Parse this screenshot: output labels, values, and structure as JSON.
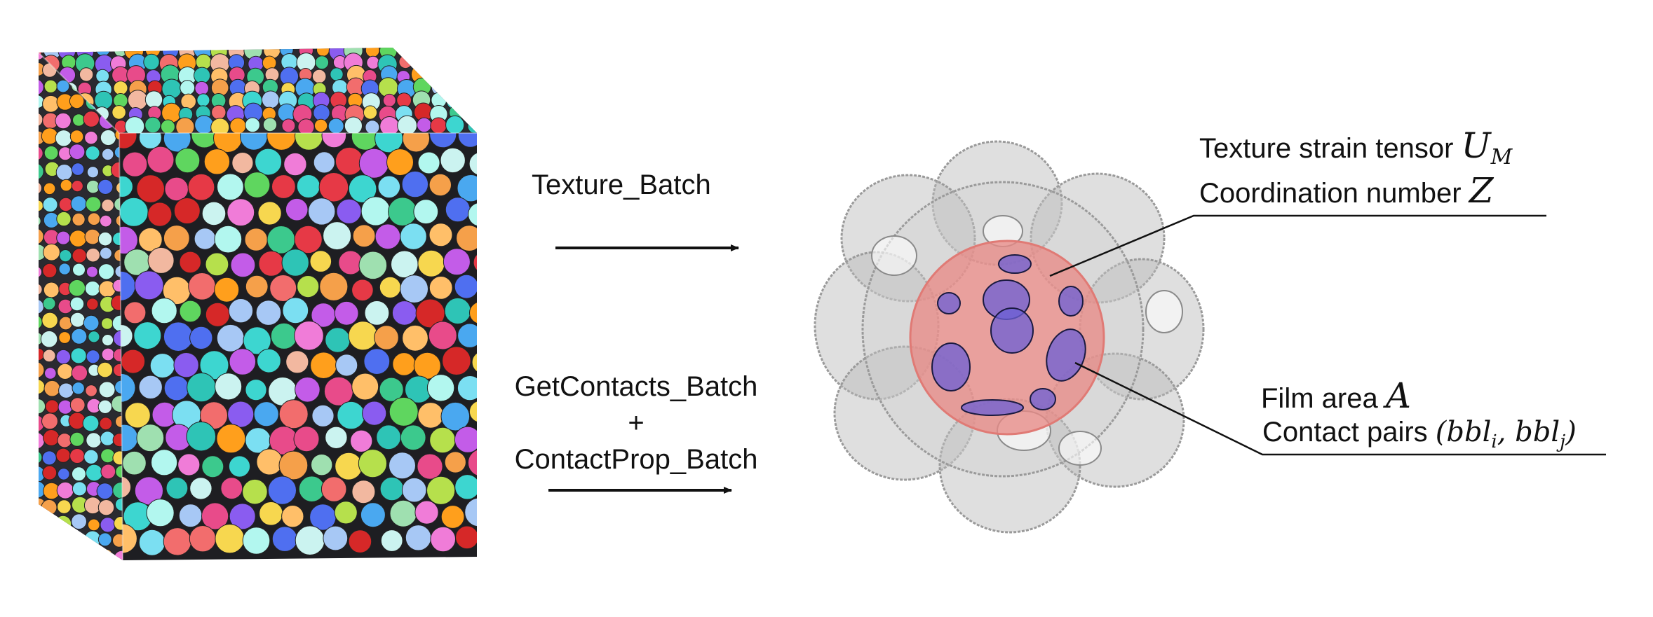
{
  "arrows": {
    "top_label": "Texture_Batch",
    "bottom_label_1": "GetContacts_Batch",
    "bottom_label_2": "+",
    "bottom_label_3": "ContactProp_Batch"
  },
  "annotations": {
    "texture_strain": "Texture strain tensor",
    "texture_strain_sym": "U",
    "texture_strain_sub": "M",
    "coordination": "Coordination number",
    "coordination_sym": "Z",
    "film_area": "Film area",
    "film_area_sym": "A",
    "contact_pairs": "Contact pairs",
    "contact_pairs_open": "(bbl",
    "contact_pairs_sub_i": "i",
    "contact_pairs_mid": ", bbl",
    "contact_pairs_sub_j": "j",
    "contact_pairs_close": ")"
  },
  "colors": {
    "central_sphere": "#e88a86",
    "contact_films": "#6b5fd6",
    "neighbor_bubbles": "#b8b8b8"
  },
  "icons": [
    "foam-cube",
    "arrow-right-icon",
    "bubble-cluster"
  ]
}
